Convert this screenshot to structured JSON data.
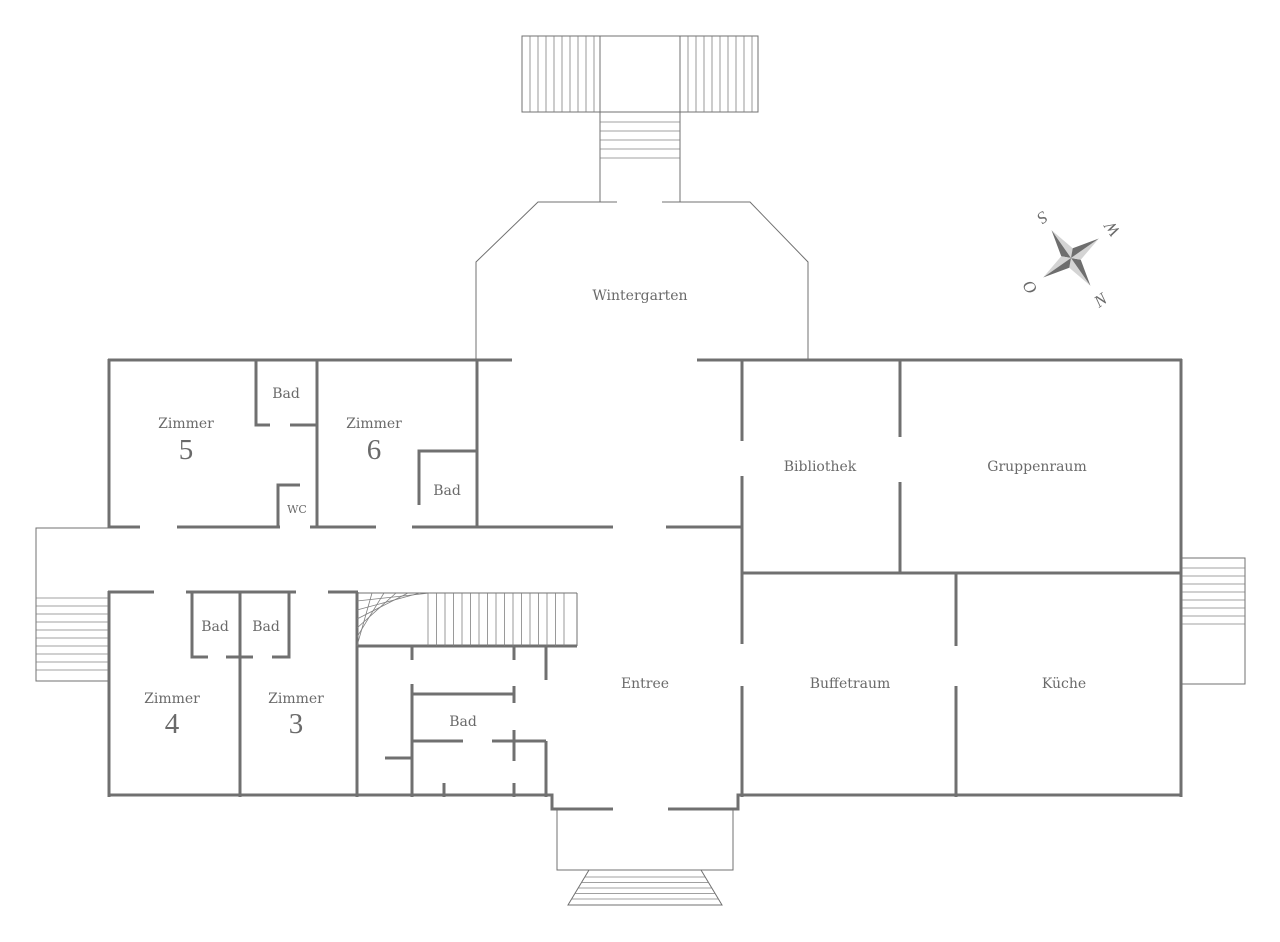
{
  "rooms": {
    "wintergarten": "Wintergarten",
    "zimmer5": {
      "label": "Zimmer",
      "number": "5"
    },
    "zimmer6": {
      "label": "Zimmer",
      "number": "6"
    },
    "zimmer4": {
      "label": "Zimmer",
      "number": "4"
    },
    "zimmer3": {
      "label": "Zimmer",
      "number": "3"
    },
    "bad": "Bad",
    "wc": "WC",
    "bibliothek": "Bibliothek",
    "gruppenraum": "Gruppenraum",
    "entree": "Entree",
    "buffetraum": "Buffetraum",
    "kueche": "Küche"
  },
  "compass": {
    "north": "N",
    "east": "O",
    "south": "S",
    "west": "W"
  },
  "colors": {
    "wall": "#707070",
    "text": "#6a6a6a",
    "compass_light": "#d4d4d4",
    "compass_dark": "#6e6e6e"
  }
}
